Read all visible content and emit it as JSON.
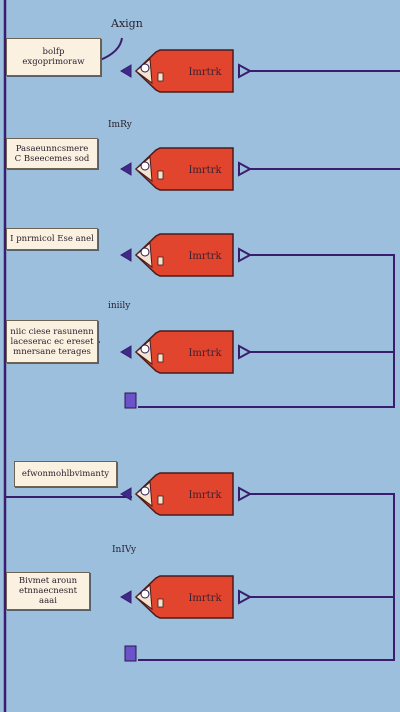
{
  "title": "Axign",
  "notes": [
    {
      "lines": "bolfp\nexgoprimoraw"
    },
    {
      "lines": "Pasaeunncsmere\nC Bseecemes sod"
    },
    {
      "lines": "I pnrmicol Ese anel"
    },
    {
      "lines": "niic ciese rasunenn\nlaceserac ec ereset\nmnersane terages"
    },
    {
      "lines": "efwonmohlbvimanty"
    },
    {
      "lines": "Bivmet aroun\netnnaecnesnt aaai"
    }
  ],
  "tags": [
    "ImRy",
    "iniily",
    "InIVy"
  ],
  "tag_labels": [
    "Imrtrk",
    "Imrtrk",
    "Imrtrk",
    "Imrtrk",
    "Imrtrk",
    "Imrtrk"
  ],
  "colors": {
    "background": "#9bbfdc",
    "tag_fill": "#e2452e",
    "wire": "#3a1d6e",
    "note": "#fbf1e0",
    "terminal": "#6b52c8"
  }
}
